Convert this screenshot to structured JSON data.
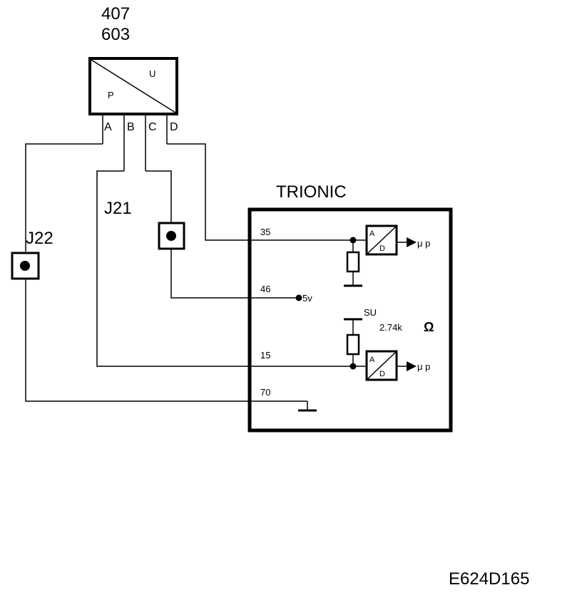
{
  "sensor": {
    "code_line1": "407",
    "code_line2": "603",
    "label_u": "U",
    "label_p": "P",
    "pins": [
      "A",
      "B",
      "C",
      "D"
    ]
  },
  "connectors": {
    "j21": "J21",
    "j22": "J22"
  },
  "ecu": {
    "title": "TRIONIC",
    "pin_35": "35",
    "pin_46": "46",
    "pin_15": "15",
    "pin_70": "70",
    "supply": "5v",
    "switch_label": "SU",
    "resistor_value": "2.74k",
    "ohm_symbol": "Ω",
    "adc_a": "A",
    "adc_d": "D",
    "mu_p": "μ p"
  },
  "footer": {
    "figure_code": "E624D165"
  }
}
